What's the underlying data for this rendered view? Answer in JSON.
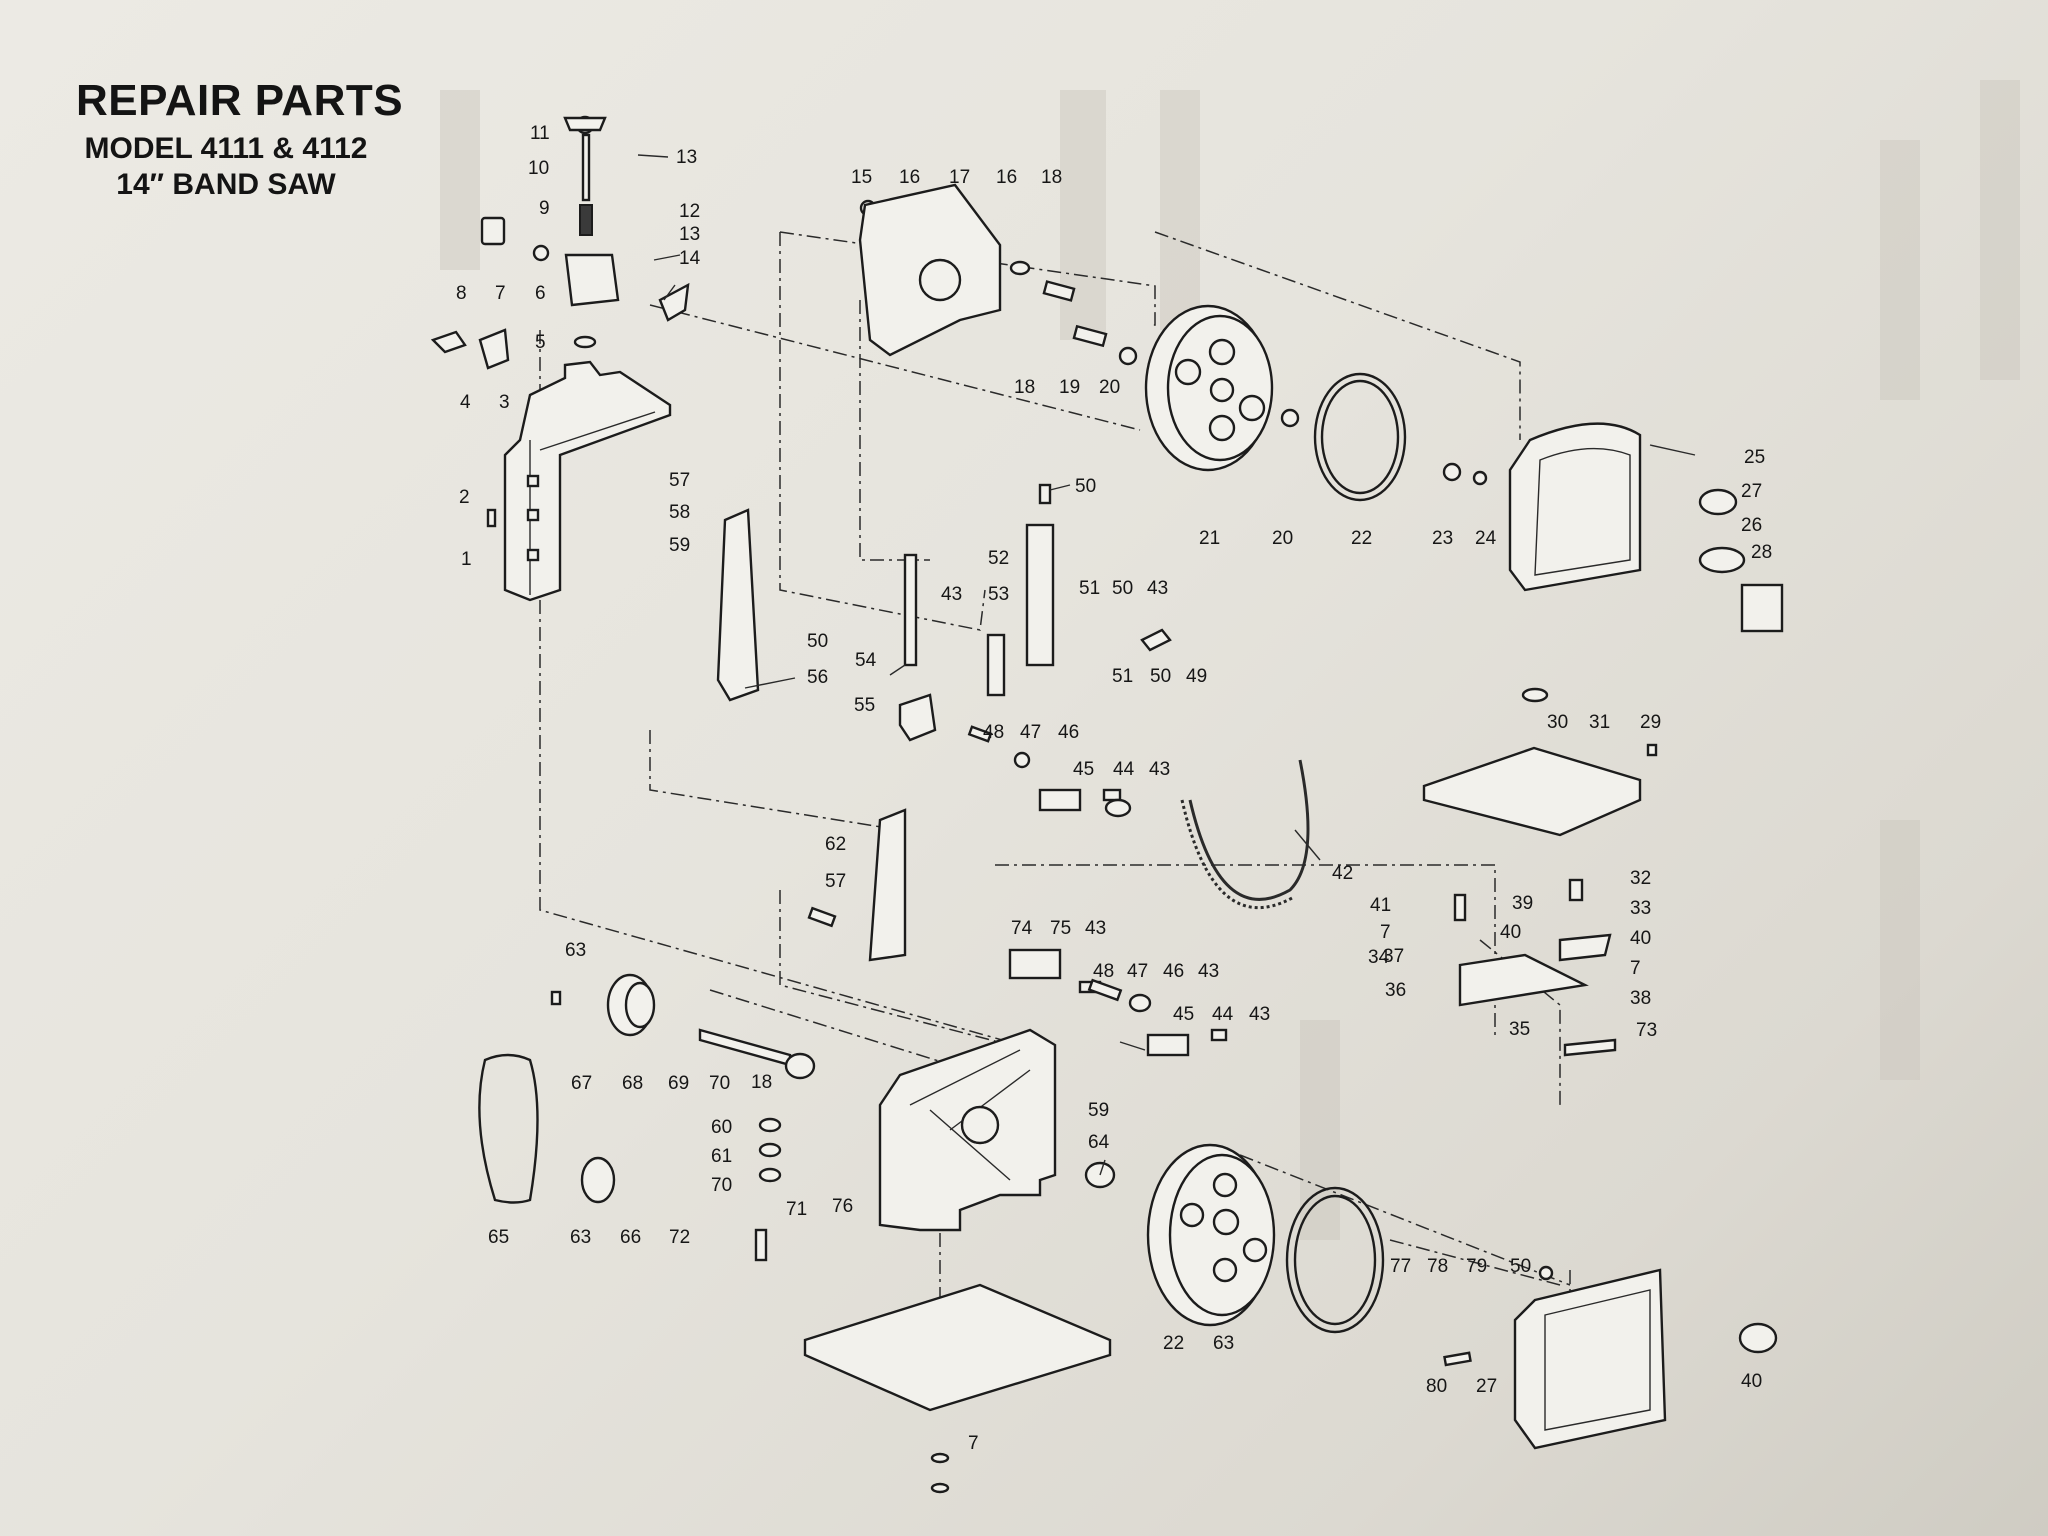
{
  "header": {
    "title": "REPAIR PARTS",
    "model": "MODEL 4111 & 4112",
    "product": "14″ BAND SAW"
  },
  "callouts": [
    {
      "id": "c11",
      "text": "11"
    },
    {
      "id": "c13a",
      "text": "13"
    },
    {
      "id": "c10",
      "text": "10"
    },
    {
      "id": "c9",
      "text": "9"
    },
    {
      "id": "c12",
      "text": "12"
    },
    {
      "id": "c13b",
      "text": "13"
    },
    {
      "id": "c14",
      "text": "14"
    },
    {
      "id": "c8",
      "text": "8"
    },
    {
      "id": "c7a",
      "text": "7"
    },
    {
      "id": "c6",
      "text": "6"
    },
    {
      "id": "c5",
      "text": "5"
    },
    {
      "id": "c4",
      "text": "4"
    },
    {
      "id": "c3",
      "text": "3"
    },
    {
      "id": "c2",
      "text": "2"
    },
    {
      "id": "c1",
      "text": "1"
    },
    {
      "id": "c57a",
      "text": "57"
    },
    {
      "id": "c58",
      "text": "58"
    },
    {
      "id": "c59a",
      "text": "59"
    },
    {
      "id": "c15",
      "text": "15"
    },
    {
      "id": "c16a",
      "text": "16"
    },
    {
      "id": "c17",
      "text": "17"
    },
    {
      "id": "c16b",
      "text": "16"
    },
    {
      "id": "c18a",
      "text": "18"
    },
    {
      "id": "c18b",
      "text": "18"
    },
    {
      "id": "c19",
      "text": "19"
    },
    {
      "id": "c20a",
      "text": "20"
    },
    {
      "id": "c21",
      "text": "21"
    },
    {
      "id": "c20b",
      "text": "20"
    },
    {
      "id": "c22a",
      "text": "22"
    },
    {
      "id": "c23",
      "text": "23"
    },
    {
      "id": "c24",
      "text": "24"
    },
    {
      "id": "c25",
      "text": "25"
    },
    {
      "id": "c27a",
      "text": "27"
    },
    {
      "id": "c26",
      "text": "26"
    },
    {
      "id": "c28",
      "text": "28"
    },
    {
      "id": "c50a",
      "text": "50"
    },
    {
      "id": "c52",
      "text": "52"
    },
    {
      "id": "c51a",
      "text": "51"
    },
    {
      "id": "c50b",
      "text": "50"
    },
    {
      "id": "c43a",
      "text": "43"
    },
    {
      "id": "c43b",
      "text": "43"
    },
    {
      "id": "c53",
      "text": "53"
    },
    {
      "id": "c54",
      "text": "54"
    },
    {
      "id": "c50c",
      "text": "50"
    },
    {
      "id": "c56",
      "text": "56"
    },
    {
      "id": "c51b",
      "text": "51"
    },
    {
      "id": "c50d",
      "text": "50"
    },
    {
      "id": "c49",
      "text": "49"
    },
    {
      "id": "c55",
      "text": "55"
    },
    {
      "id": "c48a",
      "text": "48"
    },
    {
      "id": "c47a",
      "text": "47"
    },
    {
      "id": "c46a",
      "text": "46"
    },
    {
      "id": "c45a",
      "text": "45"
    },
    {
      "id": "c44a",
      "text": "44"
    },
    {
      "id": "c43c",
      "text": "43"
    },
    {
      "id": "c30",
      "text": "30"
    },
    {
      "id": "c31",
      "text": "31"
    },
    {
      "id": "c29",
      "text": "29"
    },
    {
      "id": "c42",
      "text": "42"
    },
    {
      "id": "c62",
      "text": "62"
    },
    {
      "id": "c57b",
      "text": "57"
    },
    {
      "id": "c32",
      "text": "32"
    },
    {
      "id": "c41",
      "text": "41"
    },
    {
      "id": "c39",
      "text": "39"
    },
    {
      "id": "c33",
      "text": "33"
    },
    {
      "id": "c7b",
      "text": "7"
    },
    {
      "id": "c40a",
      "text": "40"
    },
    {
      "id": "c34",
      "text": "34"
    },
    {
      "id": "c40b",
      "text": "40"
    },
    {
      "id": "c37",
      "text": "37"
    },
    {
      "id": "c7c",
      "text": "7"
    },
    {
      "id": "c36",
      "text": "36"
    },
    {
      "id": "c38",
      "text": "38"
    },
    {
      "id": "c35",
      "text": "35"
    },
    {
      "id": "c73",
      "text": "73"
    },
    {
      "id": "c74",
      "text": "74"
    },
    {
      "id": "c75",
      "text": "75"
    },
    {
      "id": "c43d",
      "text": "43"
    },
    {
      "id": "c48b",
      "text": "48"
    },
    {
      "id": "c47b",
      "text": "47"
    },
    {
      "id": "c46b",
      "text": "46"
    },
    {
      "id": "c43e",
      "text": "43"
    },
    {
      "id": "c45b",
      "text": "45"
    },
    {
      "id": "c44b",
      "text": "44"
    },
    {
      "id": "c43f",
      "text": "43"
    },
    {
      "id": "c63a",
      "text": "63"
    },
    {
      "id": "c67",
      "text": "67"
    },
    {
      "id": "c68",
      "text": "68"
    },
    {
      "id": "c69",
      "text": "69"
    },
    {
      "id": "c70a",
      "text": "70"
    },
    {
      "id": "c18c",
      "text": "18"
    },
    {
      "id": "c59b",
      "text": "59"
    },
    {
      "id": "c60",
      "text": "60"
    },
    {
      "id": "c61",
      "text": "61"
    },
    {
      "id": "c70b",
      "text": "70"
    },
    {
      "id": "c64",
      "text": "64"
    },
    {
      "id": "c65",
      "text": "65"
    },
    {
      "id": "c63b",
      "text": "63"
    },
    {
      "id": "c66",
      "text": "66"
    },
    {
      "id": "c72",
      "text": "72"
    },
    {
      "id": "c71",
      "text": "71"
    },
    {
      "id": "c76",
      "text": "76"
    },
    {
      "id": "c22b",
      "text": "22"
    },
    {
      "id": "c63c",
      "text": "63"
    },
    {
      "id": "c77",
      "text": "77"
    },
    {
      "id": "c78",
      "text": "78"
    },
    {
      "id": "c79",
      "text": "79"
    },
    {
      "id": "c50e",
      "text": "50"
    },
    {
      "id": "c80",
      "text": "80"
    },
    {
      "id": "c27b",
      "text": "27"
    },
    {
      "id": "c40c",
      "text": "40"
    },
    {
      "id": "c7d",
      "text": "7"
    }
  ]
}
